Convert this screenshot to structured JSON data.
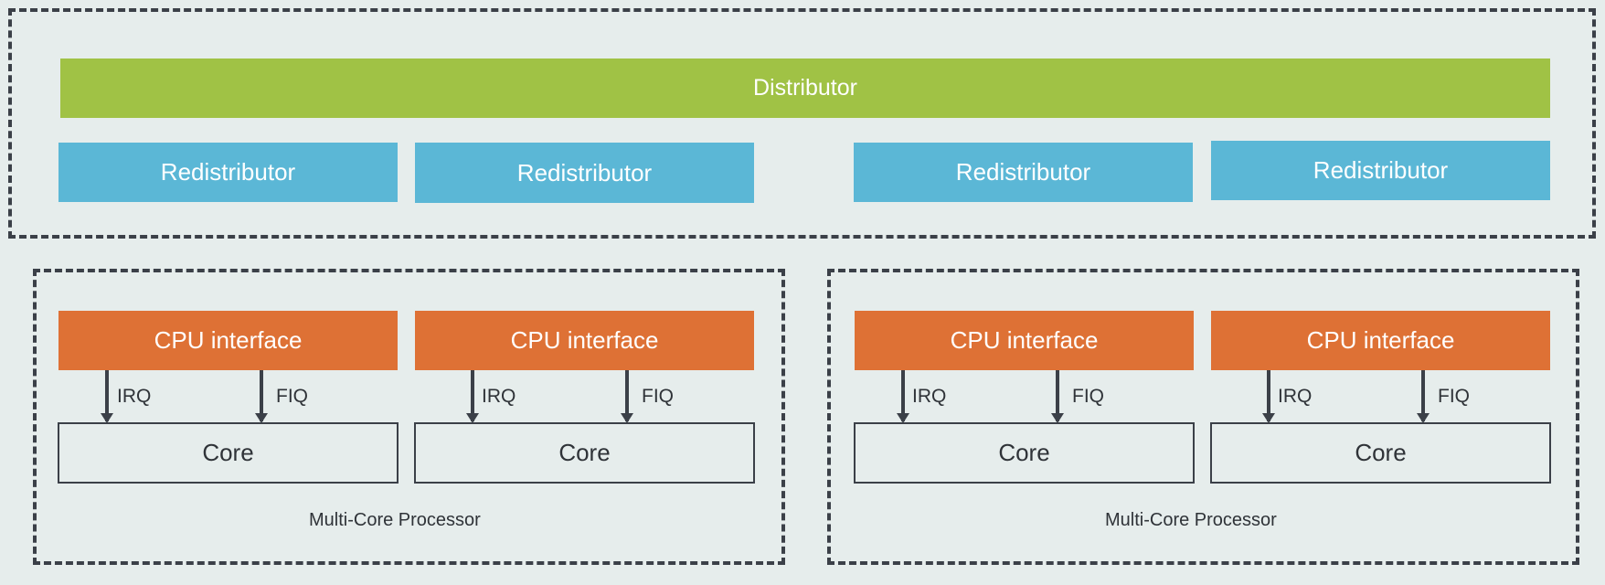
{
  "distributor": {
    "label": "Distributor"
  },
  "redistributors": [
    {
      "label": "Redistributor"
    },
    {
      "label": "Redistributor"
    },
    {
      "label": "Redistributor"
    },
    {
      "label": "Redistributor"
    }
  ],
  "processors": [
    {
      "label": "Multi-Core Processor",
      "cores": [
        {
          "cpu_interface": "CPU interface",
          "irq": "IRQ",
          "fiq": "FIQ",
          "core": "Core"
        },
        {
          "cpu_interface": "CPU interface",
          "irq": "IRQ",
          "fiq": "FIQ",
          "core": "Core"
        }
      ]
    },
    {
      "label": "Multi-Core Processor",
      "cores": [
        {
          "cpu_interface": "CPU interface",
          "irq": "IRQ",
          "fiq": "FIQ",
          "core": "Core"
        },
        {
          "cpu_interface": "CPU interface",
          "irq": "IRQ",
          "fiq": "FIQ",
          "core": "Core"
        }
      ]
    }
  ],
  "colors": {
    "background": "#e6edec",
    "distributor": "#a0c245",
    "redistributor": "#5bb7d6",
    "cpu_interface": "#de7135",
    "outline": "#3b4048"
  }
}
